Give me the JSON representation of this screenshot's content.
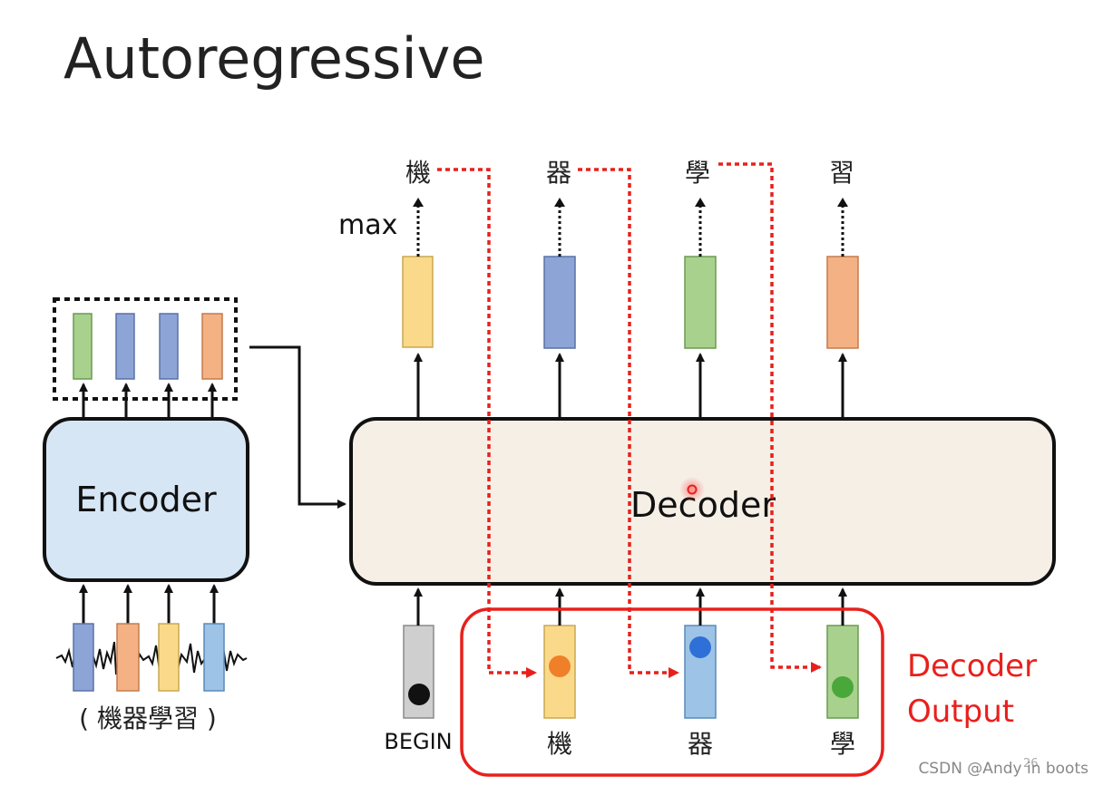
{
  "title": "Autoregressive",
  "encoder_label": "Encoder",
  "decoder_label": "Decoder",
  "max_label": "max",
  "input_label": "( 機器學習 )",
  "begin_label": "BEGIN",
  "output_tokens": [
    "機",
    "器",
    "學",
    "習"
  ],
  "input_tokens": [
    "機",
    "器",
    "學"
  ],
  "decoder_output_label_1": "Decoder",
  "decoder_output_label_2": "Output",
  "page_number": "26",
  "watermark": "CSDN @Andy in boots",
  "colors": {
    "yellow": "#fbd98a",
    "blue": "#8da4d6",
    "green": "#a9d18e",
    "orange": "#f4b183",
    "lightblue": "#9dc3e6",
    "gray": "#cfcfcf",
    "red": "#e8201c"
  }
}
